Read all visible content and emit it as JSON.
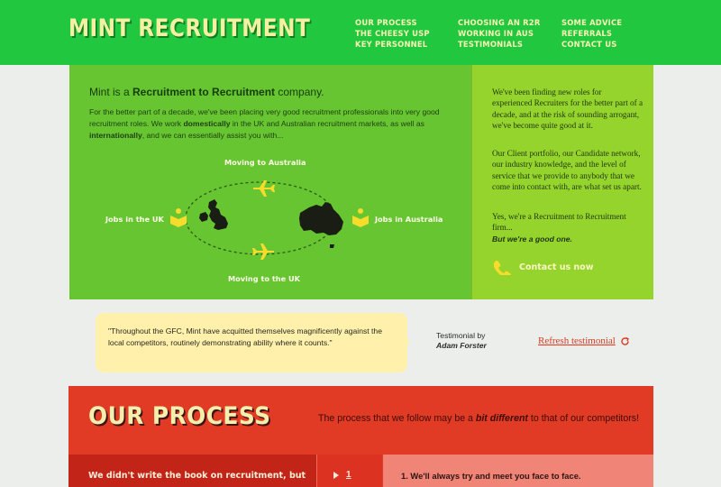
{
  "header": {
    "logo": "MINT RECRUITMENT",
    "nav": [
      [
        "OUR PROCESS",
        "THE CHEESY USP",
        "KEY PERSONNEL"
      ],
      [
        "CHOOSING AN R2R",
        "WORKING IN AUS",
        "TESTIMONIALS"
      ],
      [
        "SOME ADVICE",
        "REFERRALS",
        "CONTACT US"
      ]
    ]
  },
  "intro": {
    "heading_pre": "Mint is a ",
    "heading_bold": "Recruitment to Recruitment",
    "heading_post": " company.",
    "body_1": "For the better part of a decade, we've been placing very good recruitment professionals into very good recruitment roles. We work ",
    "body_bold_1": "domestically",
    "body_2": " in the UK and Australian recruitment markets, as well as ",
    "body_bold_2": "internationally",
    "body_3": ", and we can essentially assist you with...",
    "map": {
      "moving_to_australia": "Moving to Australia",
      "moving_to_uk": "Moving to the UK",
      "jobs_uk": "Jobs in the UK",
      "jobs_australia": "Jobs in Australia"
    }
  },
  "side": {
    "p1": "We've been finding new roles for experienced Recruiters for the better part of a decade, and at the risk of sounding arrogant, we've become quite good at it.",
    "p2": "Our Client portfolio, our Candidate network, our industry knowledge, and the level of service that we provide to anybody that we come into contact with, are what set us apart.",
    "p3": "Yes, we're a Recruitment to Recruitment firm...",
    "p3_strong": "But we're a good one.",
    "contact_label": "Contact us now"
  },
  "testimonial": {
    "quote": "\"Throughout the GFC, Mint have acquitted themselves magnificently against the local competitors, routinely demonstrating ability where it counts.\"",
    "by_label": "Testimonial by",
    "author": "Adam Forster",
    "refresh_label": "Refresh testimonial"
  },
  "process": {
    "title": "OUR PROCESS",
    "sub_pre": "The process that we follow may be a ",
    "sub_bold": "bit different",
    "sub_post": " to that of our competitors!",
    "left_text": "We didn't write the book on recruitment, but",
    "step_number": "1",
    "right_text": "1. We'll always try and meet you face to face."
  },
  "colors": {
    "header_green": "#21c73f",
    "intro_green": "#66c531",
    "side_green": "#95d42c",
    "logo_cream": "#f4f0a2",
    "quote_yellow": "#fff0ab",
    "process_red": "#e13a25",
    "accent_yellow": "#f7dc2b"
  }
}
